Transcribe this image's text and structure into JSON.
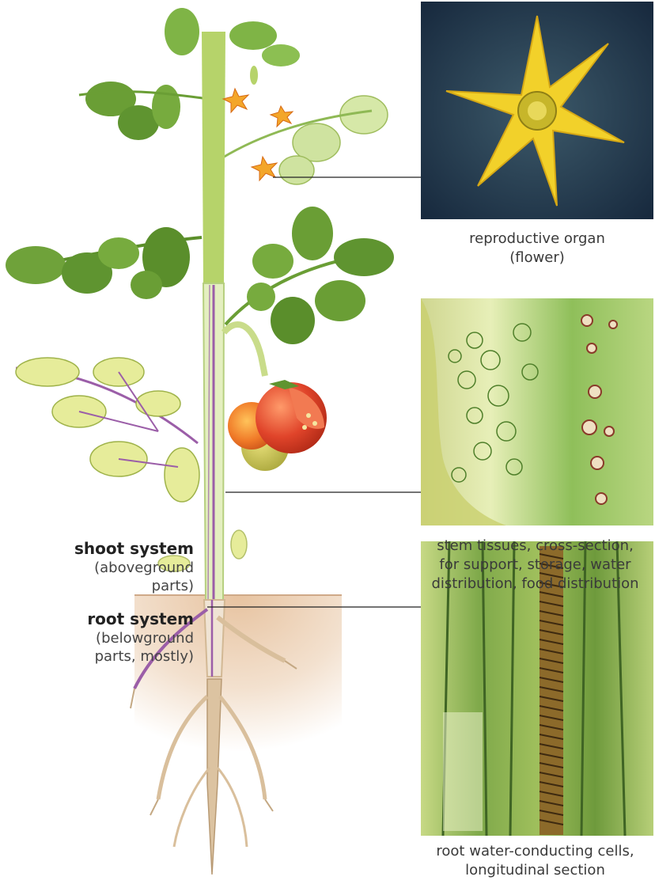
{
  "shoot_system": {
    "title": "shoot system",
    "desc_line1": "(aboveground",
    "desc_line2": "parts)"
  },
  "root_system": {
    "title": "root system",
    "desc_line1": "(belowground",
    "desc_line2": "parts, mostly)"
  },
  "callouts": {
    "flower": {
      "line1": "reproductive organ",
      "line2": "(flower)"
    },
    "stem": {
      "line1": "stem tissues, cross-section,",
      "line2": "for support, storage, water",
      "line3": "distribution, food distribution"
    },
    "root": {
      "line1": "root water-conducting cells,",
      "line2": "longitudinal section"
    }
  },
  "colors": {
    "stem_green": "#c9dc8a",
    "leaf_green": "#6a9e35",
    "vein_purple": "#9b5ea8",
    "tomato_red": "#e0442a",
    "soil_tan": "#e8c9a8",
    "root_tan": "#d9bf9c",
    "flower_yellow": "#f2d12a",
    "photo_blue_bg": "#1f3550"
  }
}
